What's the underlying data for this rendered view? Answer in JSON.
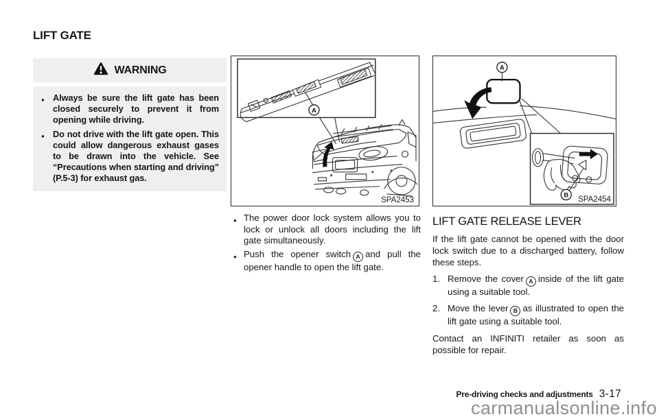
{
  "page_title": "LIFT GATE",
  "warning": {
    "title": "WARNING",
    "items": [
      "Always be sure the lift gate has been closed securely to prevent it from opening while driving.",
      "Do not drive with the lift gate open. This could allow dangerous exhaust gases to be drawn into the vehicle. See “Precautions when starting and driving” (P.5-3) for exhaust gas."
    ]
  },
  "figures": {
    "fig1": {
      "code": "SPA2453",
      "labels": [
        "A"
      ]
    },
    "fig2": {
      "code": "SPA2454",
      "labels": [
        "A",
        "B"
      ]
    }
  },
  "notes": [
    {
      "text": "The power door lock system allows you to lock or unlock all doors including the lift gate simultaneously."
    },
    {
      "before": "Push the opener switch",
      "callout": "A",
      "after": "and pull the opener handle to open the lift gate."
    }
  ],
  "release_lever": {
    "heading": "LIFT GATE RELEASE LEVER",
    "intro": "If the lift gate cannot be opened with the door lock switch due to a discharged battery, follow these steps.",
    "steps": [
      {
        "num": "1.",
        "before": "Remove the cover",
        "callout": "A",
        "after": "inside of the lift gate using a suitable tool."
      },
      {
        "num": "2.",
        "before": "Move the lever",
        "callout": "B",
        "after": "as illustrated to open the lift gate using a suitable tool."
      }
    ],
    "outro": "Contact an INFINITI retailer as soon as possible for repair."
  },
  "footer": {
    "label": "Pre-driving checks and adjustments",
    "page_number": "3-17"
  },
  "watermark": "carmanualsonline.info"
}
